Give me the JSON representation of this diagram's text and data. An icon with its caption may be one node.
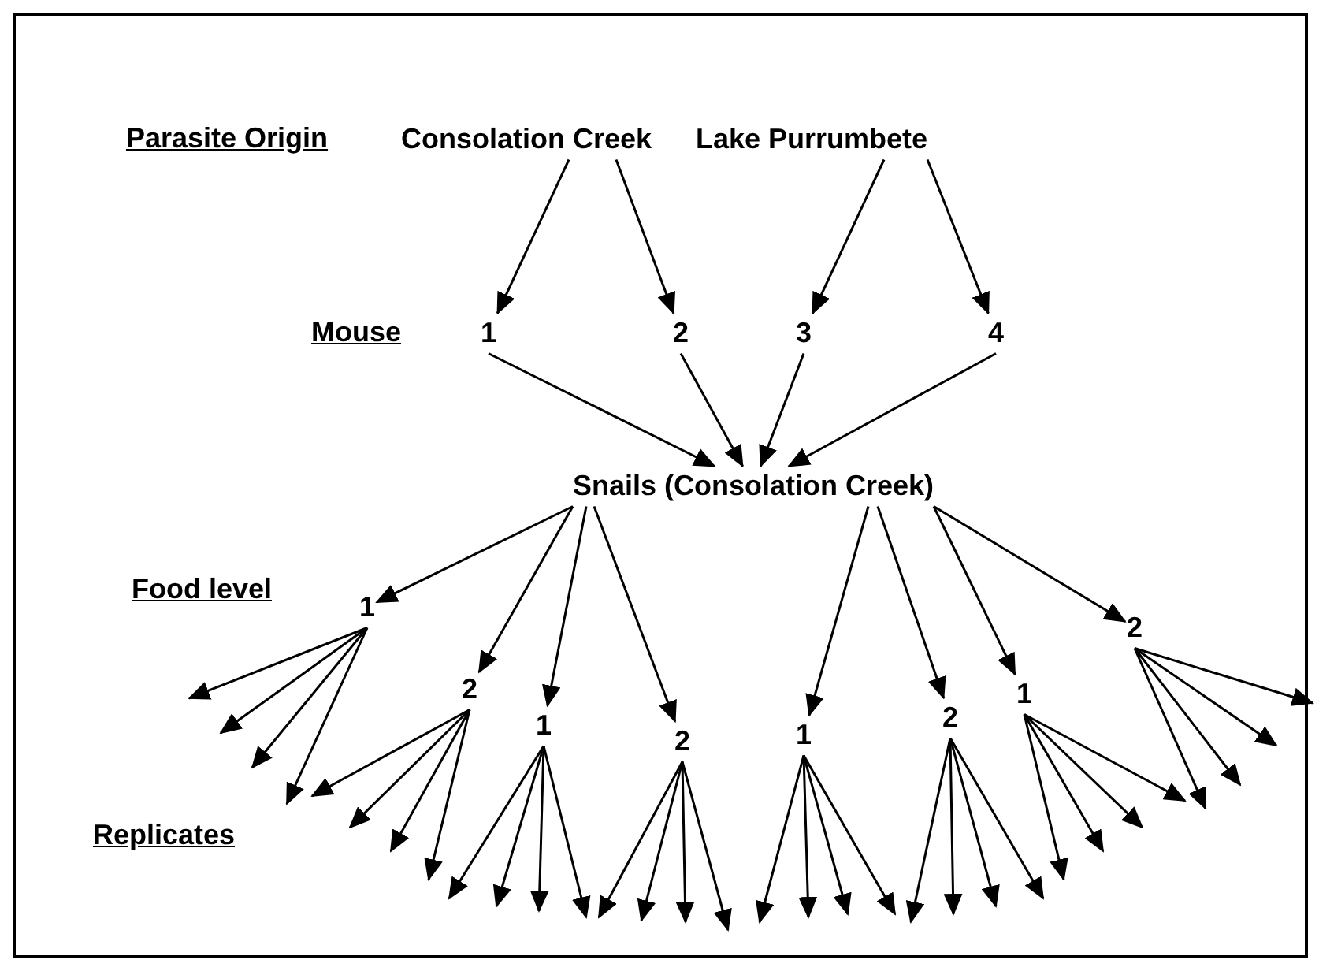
{
  "diagram": {
    "nodes": [
      {
        "text": [
          "Consolation Creek"
        ]
      },
      {
        "text": [
          "Lake Purrumbete"
        ]
      },
      {
        "text": [
          "1"
        ]
      },
      {
        "text": [
          "2"
        ]
      },
      {
        "text": [
          "3"
        ]
      },
      {
        "text": [
          "4"
        ]
      },
      {
        "text": [
          "Snails (Consolation Creek)"
        ]
      },
      {
        "text": [
          "1"
        ]
      },
      {
        "text": [
          "2"
        ]
      },
      {
        "text": [
          "1"
        ]
      },
      {
        "text": [
          "2"
        ]
      },
      {
        "text": [
          "1"
        ]
      },
      {
        "text": [
          "2"
        ]
      },
      {
        "text": [
          "1"
        ]
      },
      {
        "text": [
          "2"
        ]
      }
    ],
    "edges": [
      {
        "from": 0,
        "to": 2,
        "arrow": "to"
      },
      {
        "from": 0,
        "to": 3,
        "arrow": "to"
      },
      {
        "from": 1,
        "to": 4,
        "arrow": "to"
      },
      {
        "from": 1,
        "to": 5,
        "arrow": "to"
      },
      {
        "from": 2,
        "to": 6,
        "arrow": "to"
      },
      {
        "from": 3,
        "to": 6,
        "arrow": "to"
      },
      {
        "from": 4,
        "to": 6,
        "arrow": "to"
      },
      {
        "from": 5,
        "to": 6,
        "arrow": "to"
      },
      {
        "from": 6,
        "to": 7,
        "arrow": "to"
      },
      {
        "from": 6,
        "to": 8,
        "arrow": "to"
      },
      {
        "from": 6,
        "to": 9,
        "arrow": "to"
      },
      {
        "from": 6,
        "to": 10,
        "arrow": "to"
      },
      {
        "from": 6,
        "to": 11,
        "arrow": "to"
      },
      {
        "from": 6,
        "to": 12,
        "arrow": "to"
      },
      {
        "from": 6,
        "to": 13,
        "arrow": "to"
      },
      {
        "from": 6,
        "to": 14,
        "arrow": "to"
      },
      {
        "from": 7,
        "to": null,
        "arrow": "to"
      },
      {
        "from": 7,
        "to": null,
        "arrow": "to"
      },
      {
        "from": 7,
        "to": null,
        "arrow": "to"
      },
      {
        "from": 7,
        "to": null,
        "arrow": "to"
      },
      {
        "from": 8,
        "to": null,
        "arrow": "to"
      },
      {
        "from": 8,
        "to": null,
        "arrow": "to"
      },
      {
        "from": 8,
        "to": null,
        "arrow": "to"
      },
      {
        "from": 8,
        "to": null,
        "arrow": "to"
      },
      {
        "from": 9,
        "to": null,
        "arrow": "to"
      },
      {
        "from": 9,
        "to": null,
        "arrow": "to"
      },
      {
        "from": 9,
        "to": null,
        "arrow": "to"
      },
      {
        "from": 9,
        "to": null,
        "arrow": "to"
      },
      {
        "from": 10,
        "to": null,
        "arrow": "to"
      },
      {
        "from": 10,
        "to": null,
        "arrow": "to"
      },
      {
        "from": 10,
        "to": null,
        "arrow": "to"
      },
      {
        "from": 10,
        "to": null,
        "arrow": "to"
      },
      {
        "from": 11,
        "to": null,
        "arrow": "to"
      },
      {
        "from": 11,
        "to": null,
        "arrow": "to"
      },
      {
        "from": 11,
        "to": null,
        "arrow": "to"
      },
      {
        "from": 11,
        "to": null,
        "arrow": "to"
      },
      {
        "from": 12,
        "to": null,
        "arrow": "to"
      },
      {
        "from": 12,
        "to": null,
        "arrow": "to"
      },
      {
        "from": 12,
        "to": null,
        "arrow": "to"
      },
      {
        "from": 12,
        "to": null,
        "arrow": "to"
      },
      {
        "from": 13,
        "to": null,
        "arrow": "to"
      },
      {
        "from": 13,
        "to": null,
        "arrow": "to"
      },
      {
        "from": 13,
        "to": null,
        "arrow": "to"
      },
      {
        "from": 13,
        "to": null,
        "arrow": "to"
      },
      {
        "from": 14,
        "to": null,
        "arrow": "to"
      },
      {
        "from": 14,
        "to": null,
        "arrow": "to"
      },
      {
        "from": 14,
        "to": null,
        "arrow": "to"
      },
      {
        "from": 14,
        "to": null,
        "arrow": "to"
      }
    ],
    "labels": [
      "Parasite Origin",
      "Mouse",
      "Food level",
      "Replicates"
    ]
  }
}
